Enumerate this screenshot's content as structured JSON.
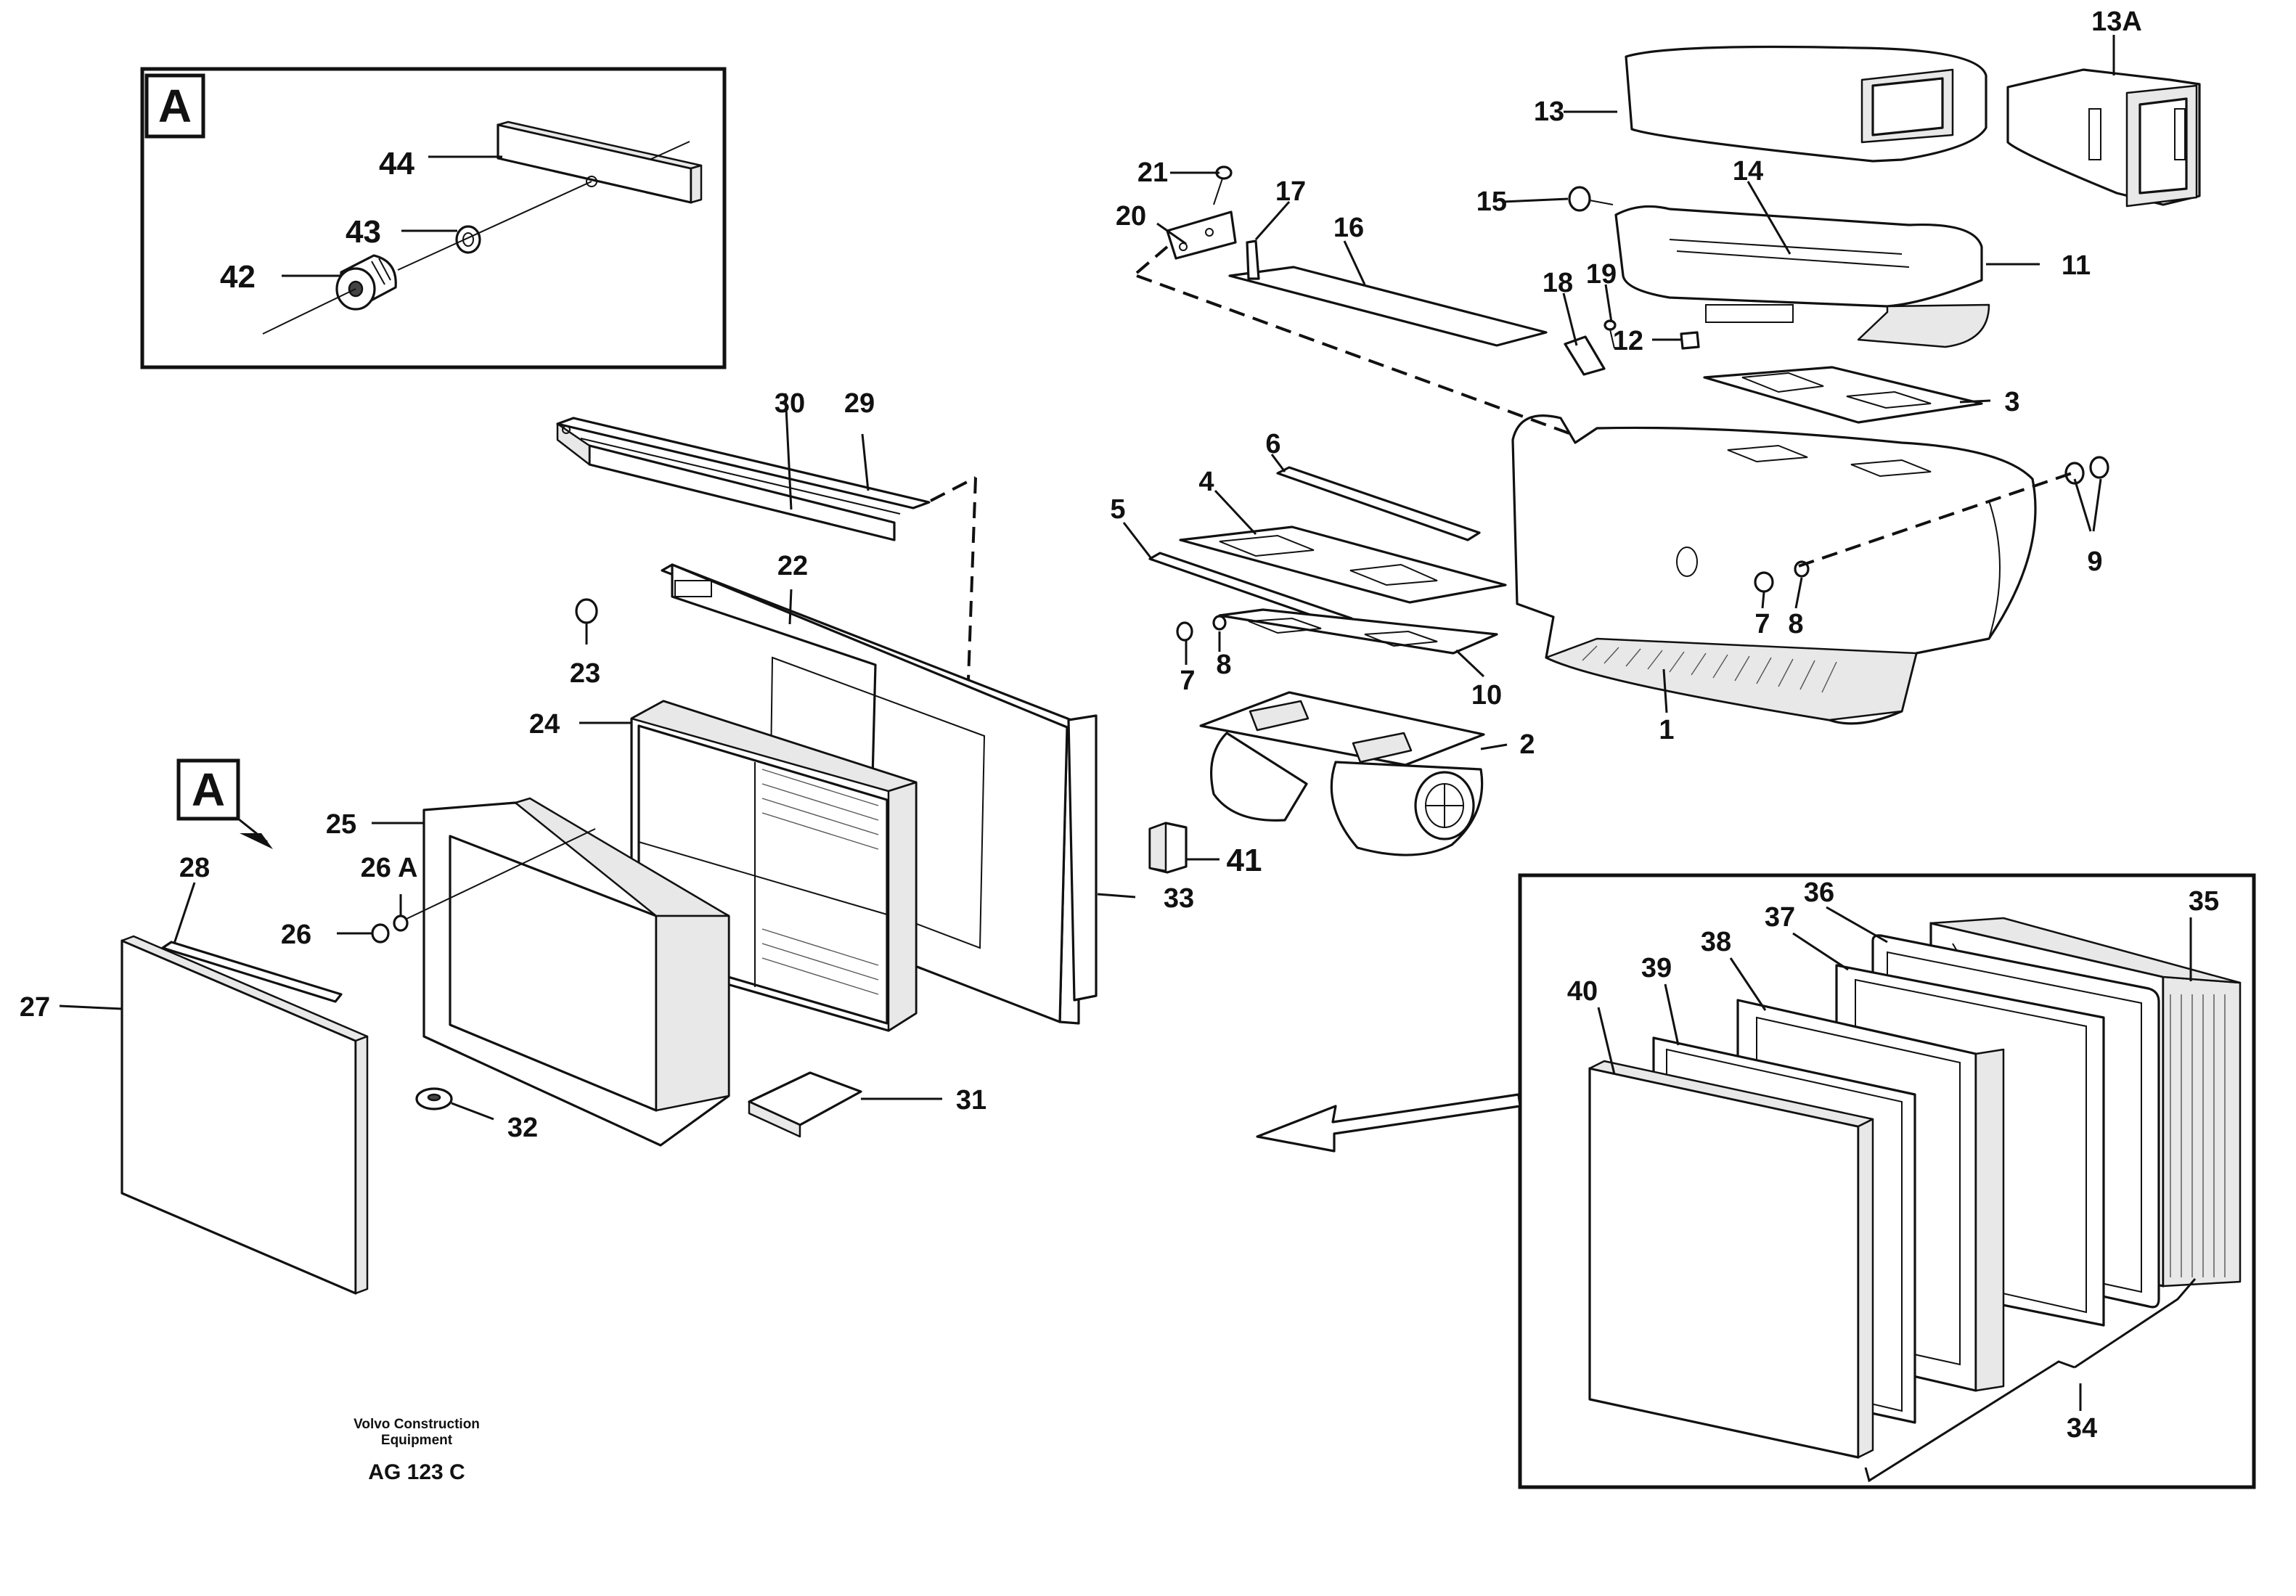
{
  "labels": {
    "p1": "1",
    "p2": "2",
    "p3": "3",
    "p4": "4",
    "p5": "5",
    "p6": "6",
    "p7a": "7",
    "p7b": "7",
    "p8a": "8",
    "p8b": "8",
    "p9": "9",
    "p10": "10",
    "p11": "11",
    "p12": "12",
    "p13": "13",
    "p13a": "13A",
    "p14": "14",
    "p15": "15",
    "p16": "16",
    "p17": "17",
    "p18": "18",
    "p19": "19",
    "p20": "20",
    "p21": "21",
    "p22": "22",
    "p23": "23",
    "p24": "24",
    "p25": "25",
    "p26": "26",
    "p26a": "26 A",
    "p27": "27",
    "p28": "28",
    "p29": "29",
    "p30": "30",
    "p31": "31",
    "p32": "32",
    "p33": "33",
    "p34": "34",
    "p35": "35",
    "p36": "36",
    "p37": "37",
    "p38": "38",
    "p39": "39",
    "p40": "40",
    "p41": "41",
    "p42": "42",
    "p43": "43",
    "p44": "44"
  },
  "detail_marker": {
    "inset_letter": "A",
    "pointer_letter": "A"
  },
  "footer": {
    "company_line1": "Volvo Construction",
    "company_line2": "Equipment",
    "drawing_code": "AG 123 C"
  }
}
